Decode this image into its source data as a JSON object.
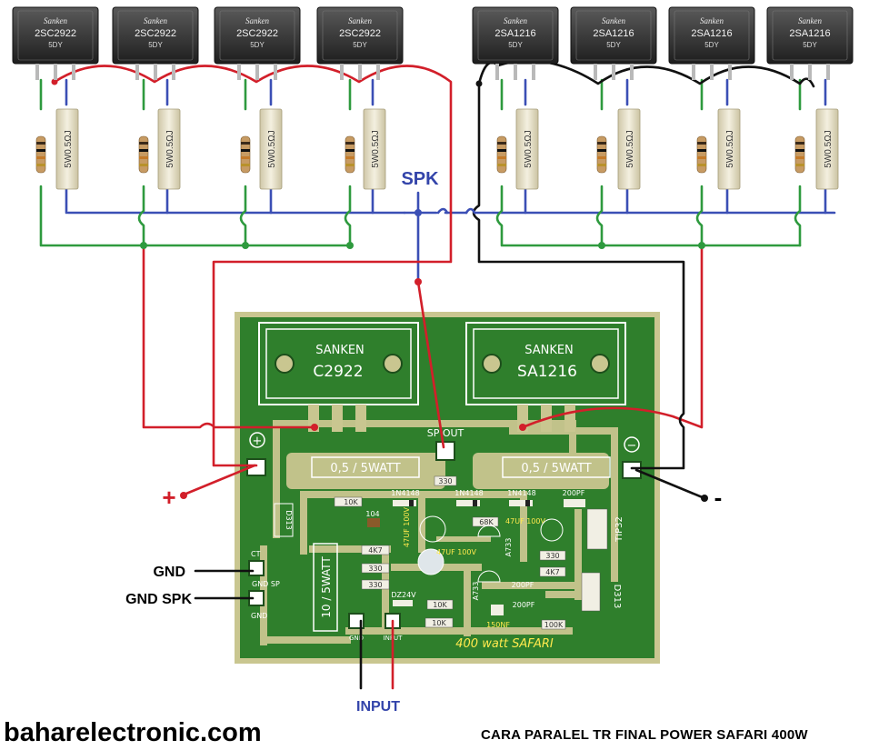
{
  "colors": {
    "red_wire": "#d21f2a",
    "blue_wire": "#3b4fb5",
    "green_wire": "#2e9a3e",
    "black_wire": "#111111",
    "pcb_green": "#2f7f2c",
    "pcb_trace": "#c9c690",
    "label_blue": "#3344aa"
  },
  "npn_transistors": [
    {
      "brand": "Sanken",
      "part": "2SC2922",
      "code": "5DY"
    },
    {
      "brand": "Sanken",
      "part": "2SC2922",
      "code": "5DY"
    },
    {
      "brand": "Sanken",
      "part": "2SC2922",
      "code": "5DY"
    },
    {
      "brand": "Sanken",
      "part": "2SC2922",
      "code": "5DY"
    }
  ],
  "pnp_transistors": [
    {
      "brand": "Sanken",
      "part": "2SA1216",
      "code": "5DY"
    },
    {
      "brand": "Sanken",
      "part": "2SA1216",
      "code": "5DY"
    },
    {
      "brand": "Sanken",
      "part": "2SA1216",
      "code": "5DY"
    },
    {
      "brand": "Sanken",
      "part": "2SA1216",
      "code": "5DY"
    }
  ],
  "power_resistor_label": "5W0.5ΩJ",
  "labels": {
    "spk": "SPK",
    "plus": "+",
    "minus": "-",
    "gnd": "GND",
    "gnd_spk": "GND SPK",
    "input": "INPUT"
  },
  "pcb": {
    "left_transistor_brand": "SANKEN",
    "left_transistor_part": "C2922",
    "right_transistor_brand": "SANKEN",
    "right_transistor_part": "SA1216",
    "sp_out": "SP OUT",
    "plus_symbol": "+",
    "minus_symbol": "−",
    "left_resistor": "0,5 / 5WATT",
    "right_resistor": "0,5 / 5WATT",
    "vertical_resistor": "10 / 5WATT",
    "r330_top": "330",
    "diode_a": "1N4148",
    "diode_b": "1N4148",
    "diode_c": "1N4148",
    "cap_200pf_top": "200PF",
    "r10k_a": "10K",
    "d313_left": "D313",
    "c104": "104",
    "cap_47uf_a": "47UF 100V",
    "cap_47uf_b": "47UF 100V",
    "cap_47uf_c": "47UF 100V",
    "r68k": "68K",
    "tip32": "TIP32",
    "r4k7_a": "4K7",
    "r4k7_b": "4K7",
    "r330_a": "330",
    "r330_b": "330",
    "r330_c": "330",
    "a733_a": "A733",
    "a733_b": "A733",
    "dz24v": "DZ24V",
    "r10k_b": "10K",
    "r10k_c": "10K",
    "cap_200pf_mid": "200PF",
    "cap_200pf_low": "200PF",
    "cap_150nf": "150NF",
    "r100k": "100K",
    "d313_right": "D313",
    "ct": "CT",
    "gnd_sp": "GND SP",
    "gnd_pad": "GND",
    "gnd_in": "GND",
    "input_pad": "INPUT",
    "title": "400 watt SAFARI"
  },
  "footer": {
    "site": "baharelectronic.com",
    "caption": "CARA PARALEL TR FINAL POWER SAFARI 400W"
  }
}
